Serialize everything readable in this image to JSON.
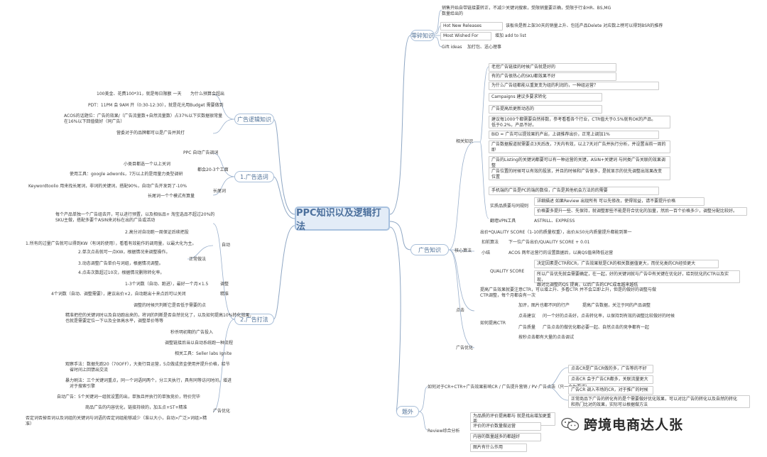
{
  "root": {
    "title": "PPC知识以及逻辑打法"
  },
  "branches": {
    "tips": {
      "label": "零碎知识"
    },
    "logic": {
      "label": "广告逻辑知识"
    },
    "select": {
      "label": "1.广告选词"
    },
    "play": {
      "label": "2.广告打法"
    },
    "knowledge": {
      "label": "广告知识"
    },
    "cases": {
      "label": "题外"
    }
  },
  "tips": {
    "t1": "销售开始自带链接要转正，不减少关键词搜索，受限销量要正确，受限于行业HR、BS,MG",
    "t1b": "数量给出的",
    "hot_label": "Hot New Releases",
    "hot_text": "该板块是新上架30天的销量上升、包括产品Delete 对应数上榜可以得到BSR的推荐",
    "most_label": "Most Wished For",
    "most_text": "增加 add to list",
    "gift_label": "Gift ideas",
    "gift_text": "加打包、送心理事"
  },
  "logic": {
    "l1": "100美金、花费100*31，就是每日限额 一天",
    "l1b": "为什么预算会超出",
    "l2": "PDT：11PM 会 9AM 开（0:30-12:30），就是花光用Budget 需要做到",
    "l3": "ACOS的话题位：广告的效果/（广告流量数+自然流量数）占37%以下实数据很常量",
    "l3b": "在16%以下回值做好（同广告）",
    "l4": "营委对于的品牌都可以是广告并其打"
  },
  "select": {
    "s1": "PPC 自动广告调词",
    "s2": "小类目都选一个以上关词",
    "s3": "使用工具：google adwords，7万以上的是用量力类型调研",
    "s3b": "都会20-3个工面",
    "s4": "Keywordtoolio 用来找长尾词，非词的关键词，搭配90%，自动广告开发到了-10%",
    "s5": "长尾词一个个模式有算量",
    "s5b": "长尾词"
  },
  "play": {
    "p1": "每个产品单独一个广告组去开，可以进行预置，以及相似品+ 淘宝选品不超过20%的",
    "p1b": "SKU主做，搭配多要个ASIN来对标在出的广告或活动",
    "p2": "2.高分对自动跑一周保证后续把投",
    "p3": "1.所有的过量广告就可以得到KW（有词的使用），看看有效能作的调用量，以最大化为主。",
    "p4": "2.单次点击就可一点KW，根据情况来调整操作。",
    "p5": "3.动态调整广告单价与词组，根据情况调整。",
    "p6": "4.点击次数超过10次，根据情况删除转化率。",
    "p_mid": "正常做法",
    "p_auto": "自动",
    "p7": "1-3个词数（自动、跑进），最好一个月×1.5",
    "p7b": "调整",
    "p8": "4个词数（自动、调整需要），建议出价×2，自动跑出十来点后可以关闭",
    "p8b": "精准",
    "p9": "调整的时候只判断它是否低于需要的点",
    "p10": "精准把控的关键词时以及自动跑出来的，将词的判断是否自然优化了，以及如何提高10%转化效果，",
    "p10b": "也就是需要定位一下以及全体高水平，调整单价等等",
    "p11": "秒杀明初期的广告投入",
    "p12": "调整链接后当以自动系统跑一种流程",
    "p13": "相关工具：Seller labs Ignite",
    "p14": "观察手法：数据先跑20（70OFF），大类行目运营，5点做成资金使用并提升价格，给节",
    "p14b": "省时间上回馈出交流",
    "p15": "暴力刷法：三个关键词重点，同一个词语同两个，分三天执行，具有同等访问时间，增进",
    "p15b": "对于搜索引擎",
    "p16": "自动广告：5个关键词一组就设置的出，单独且并执行的单独竞价，特价完毕",
    "p17": "商品广告的内容优化，链接持续的，加五点+ST+精准",
    "p17b": "广告优化",
    "p18": "否定词否掉否词以及词组的关键词与词语的否定词组能够减少（准以大小，自动>广泛>词组>精",
    "p18b": "准）"
  },
  "knowledge": {
    "sub_basic": "相关知识",
    "k1": "老挖广告链接的时候广告就是好的",
    "k2": "有的广告很热心的SKU都效果不好",
    "k3": "为什么广告组都能以重复变为组的利润的，一种组运营？",
    "k4": "Campaigns 建议多要求转化",
    "k5": "广告提高后更新动态的",
    "k6": "建议每1000个都需要自然排数，参考看看各个行业，CTR值大于0.5%就有OK的产品。",
    "k6b": "低于0.2%，产品不好。",
    "k7": "BID = 广告可以提效果的产出，上调推荐出价，正常上调加1%",
    "k8": "广告数据报道就需要点3天后改，7天内有效，以上7天对广告并执行分析，并设置当前一周的",
    "k8b": "即",
    "k9": "广告的Listing的关键词都要可以有一种运营的关键，ASIN+关键词 与同类广告关联的效果调整",
    "k10": "广告位置的时候可以有效的投放，并且的时候和广告很多，是就显示的优先调整出效果改变",
    "k10b": "位置",
    "k11": "手机端的广告是PC的端的数倍，广告是其他机会方法的的需要",
    "k12": "实质品质要与同规则",
    "k12a": "详细描述 如果Review 出现所有 可以先修改，使得效益，请不要提升价格",
    "k12b": "价格要多提升一些、先保持，就调整那些不能是符合优化的加量，然后一百个价格多少，调整分配比较好。",
    "k13": "翻墙VPN工具",
    "k13b": "ASTRILL、EXPRESS",
    "sub_core": "核心算法",
    "c1": "出价*QUALITY SCORE（1-10的质量权重），出价从50元内质量提升都能到第一",
    "c2": "扣前算法",
    "c2b": "下一位广告出价/QUALITY SCORE + 0.01",
    "c3": "小结",
    "c3b": "ACOS 两年运营行的设置数据后，以高QS值来降低运营",
    "c4": "QUALITY SCORE",
    "c4a": "决定因素是CTR和CR，广告效果就是CR的相关数据值更大，而优化类的CR经验更大",
    "c4b": "所以广告优先就会需要确定，在一起，好的关键词就与广告中有关键在优化好，给到优化的CTR以及实现，",
    "c4c": "跟对比调整的QS 提高，以后广告的CPC成本越来越低",
    "sub_ctr": "点击",
    "r1": "提高广告效果就要注意CTR，可以增上升、多看CTR 并不会立即上升，但是的做好的调整与做",
    "r1b": "CTR调整，每个月都会有一次",
    "r_ctr": "如何提高CTR",
    "r2": "加评，图片也都不同的行产",
    "r2b": "提高广告数据，关注于同的产品调整",
    "r3": "点击建议",
    "r3b": "问一个好的点击好，点击转化率，以保持到有效的调整比较做好的时候",
    "r4": "广告质量",
    "r4b": "广告点击的做优化都必要一起、自然点击的竞争都有一起",
    "r5": "按秒点击都有大量的点击调试",
    "sub_opt": "广告优化"
  },
  "cases": {
    "cr_label": "如何对于CR+CTR+广告效果影响CR / 广告提升营销 / PV·广告点击（只一个为要求）",
    "cr1": "点击CR是广告CR做的多，广告等的不好",
    "cr2": "点击CR 会于广告CR都多，关联流量更大",
    "cr3": "广告CR 调入市场的CR，对于推广的时候",
    "cr4": "正常商品下广告的转化有的是个需要做好优化效果，可以对比广告的转化以及自然的转化",
    "cr4b": "和热门比对的效果，实际可以根据做方法",
    "rv_label": "Review综合分析",
    "rv1": "为品质的评价提高都与 就是找出增加更重要",
    "rv2": "评价的评价数量做运营",
    "rv3": "内容的数量越多的都越好",
    "rv4": "图片有什么作用"
  },
  "brand": {
    "name": "跨境电商达人张",
    "icon": "wechat-logo"
  }
}
